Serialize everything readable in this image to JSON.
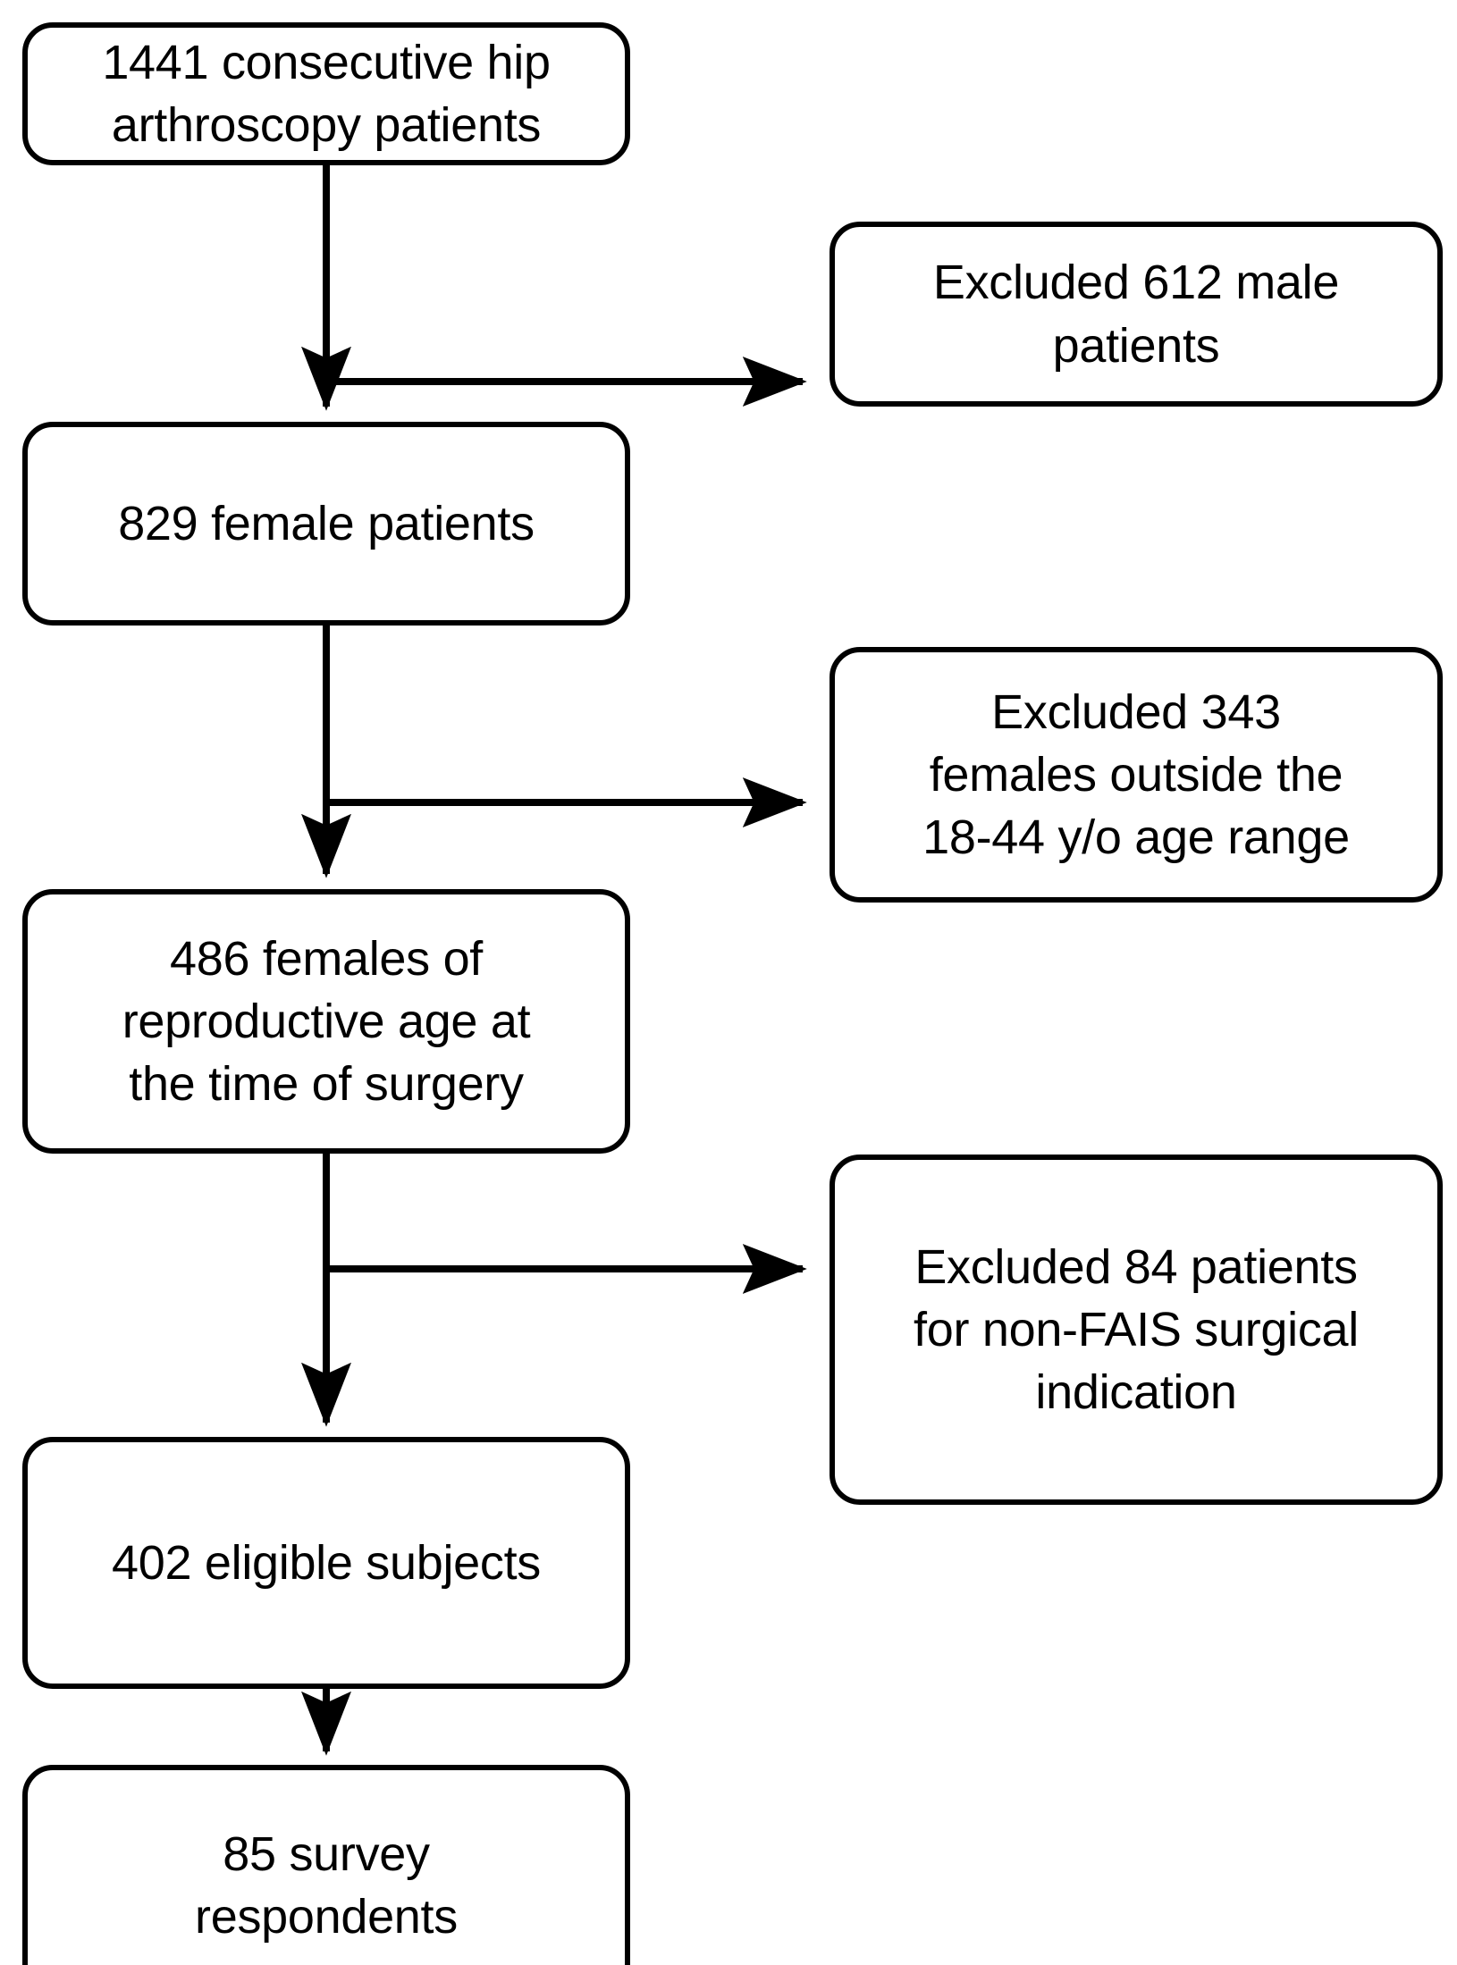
{
  "diagram": {
    "type": "patient-selection-flowchart",
    "colors": {
      "stroke": "#000000",
      "fill": "#ffffff",
      "text": "#000000"
    },
    "nodes": {
      "source": {
        "id": "source",
        "label": "1441 consecutive hip\narthroscopy patients",
        "count": 1441
      },
      "female": {
        "id": "female",
        "label": "829 female patients",
        "count": 829
      },
      "reproductive": {
        "id": "reproductive",
        "label": "486 females of\nreproductive age at\nthe time of surgery",
        "count": 486
      },
      "eligible": {
        "id": "eligible",
        "label": "402 eligible subjects",
        "count": 402
      },
      "respondents": {
        "id": "respondents",
        "label": "85 survey\nrespondents",
        "count": 85
      },
      "excluded_male": {
        "id": "excluded-male",
        "label": "Excluded 612 male\npatients",
        "count": 612
      },
      "excluded_age": {
        "id": "excluded-age",
        "label": "Excluded 343\nfemales outside the\n18-44 y/o age range",
        "count": 343
      },
      "excluded_fais": {
        "id": "excluded-fais",
        "label": "Excluded 84 patients\nfor non-FAIS surgical\nindication",
        "count": 84
      }
    },
    "edges": [
      {
        "from": "source",
        "to": "female",
        "kind": "down-arrow"
      },
      {
        "from": "source",
        "to": "excluded_male",
        "kind": "right-arrow"
      },
      {
        "from": "female",
        "to": "reproductive",
        "kind": "down-arrow"
      },
      {
        "from": "female",
        "to": "excluded_age",
        "kind": "right-arrow"
      },
      {
        "from": "reproductive",
        "to": "eligible",
        "kind": "down-arrow"
      },
      {
        "from": "reproductive",
        "to": "excluded_fais",
        "kind": "right-arrow"
      },
      {
        "from": "eligible",
        "to": "respondents",
        "kind": "down-arrow"
      }
    ]
  }
}
